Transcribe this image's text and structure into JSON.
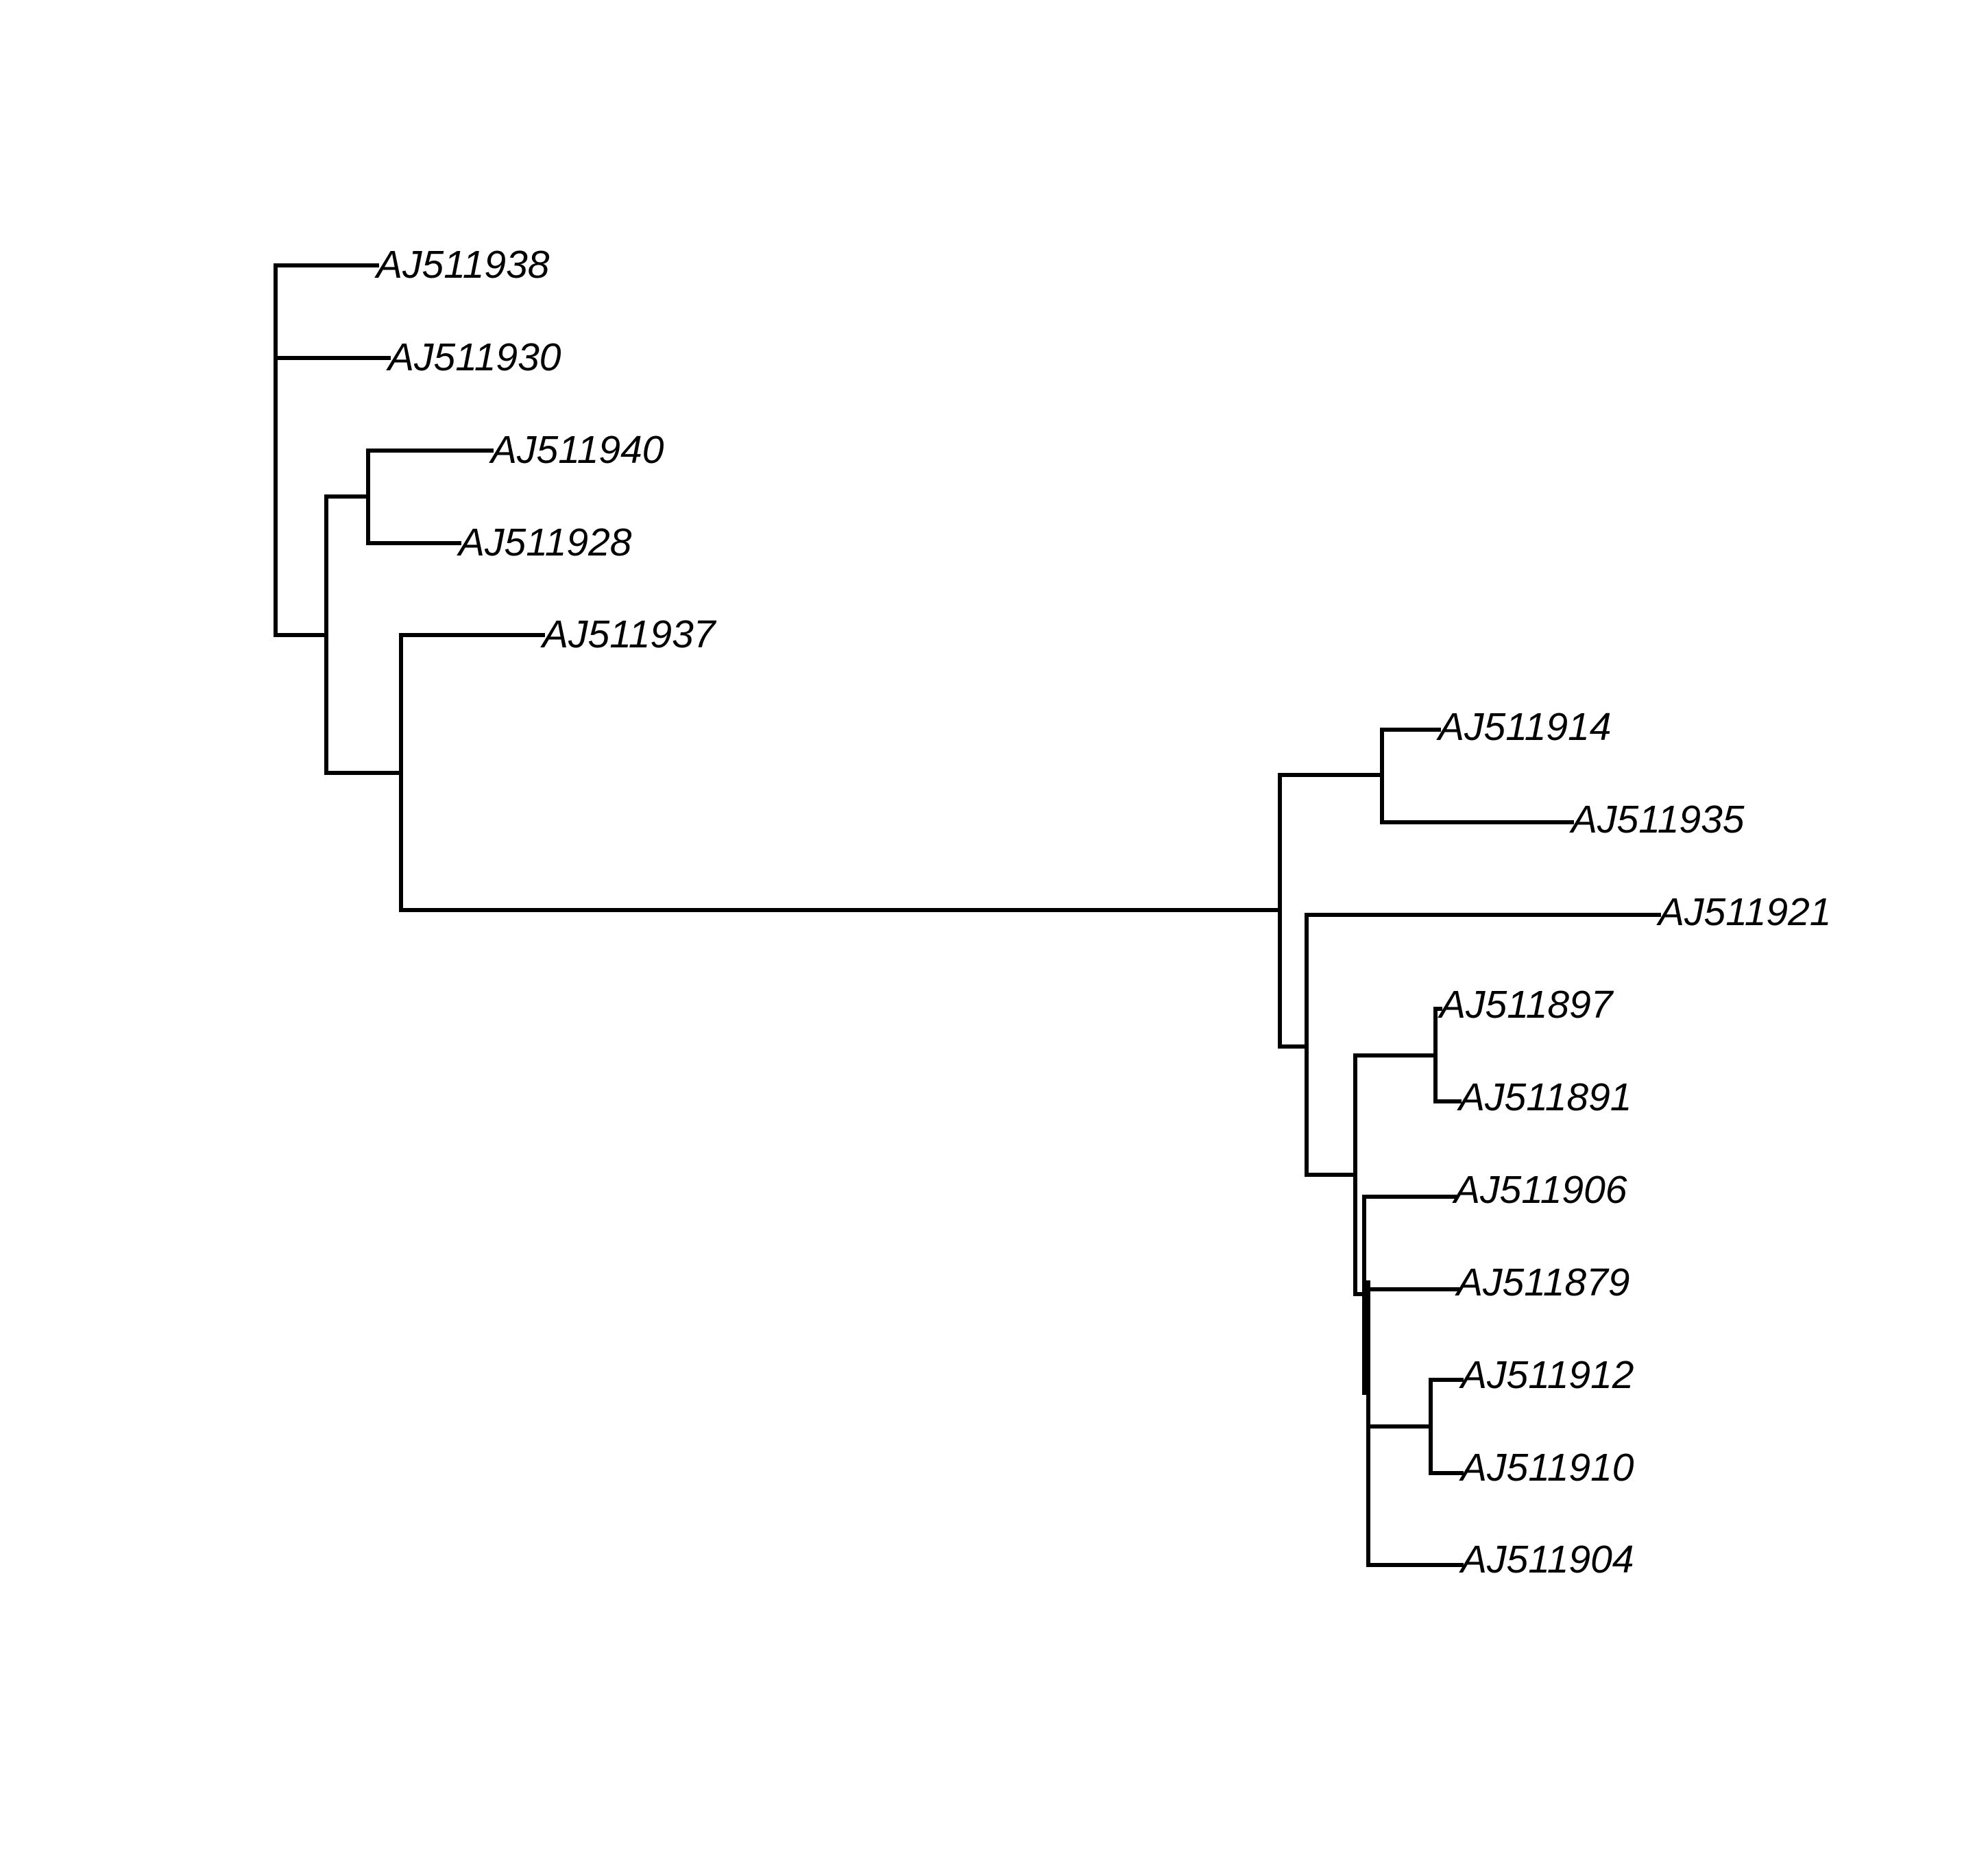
{
  "figure": {
    "type": "phylogenetic-tree",
    "orientation": "rightwards",
    "line_color": "#000000",
    "background_color": "#ffffff"
  },
  "tree": {
    "tips": [
      "AJ511938",
      "AJ511930",
      "AJ511940",
      "AJ511928",
      "AJ511937",
      "AJ511914",
      "AJ511935",
      "AJ511921",
      "AJ511897",
      "AJ511891",
      "AJ511906",
      "AJ511879",
      "AJ511912",
      "AJ511910",
      "AJ511904"
    ]
  }
}
